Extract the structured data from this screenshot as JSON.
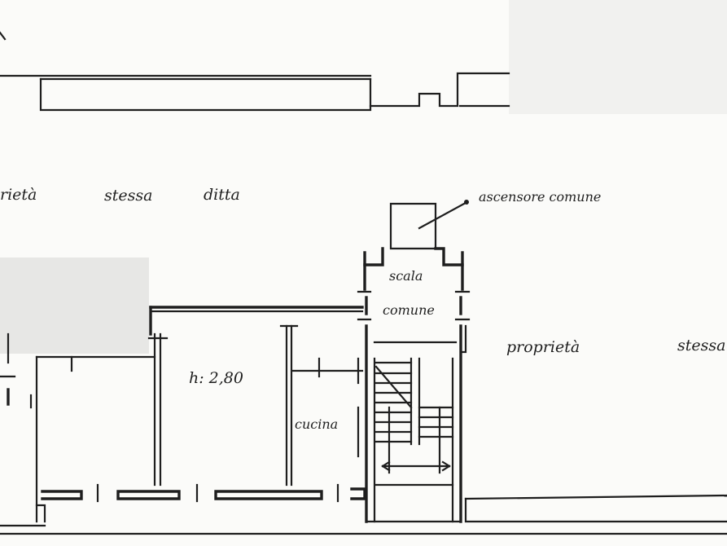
{
  "labels": {
    "ascensore": "ascensore comune",
    "proprieta_left": "rietà",
    "stessa_left": "stessa",
    "ditta_left": "ditta",
    "scala": "scala",
    "comune": "comune",
    "height": "h: 2,80",
    "cucina": "cucina",
    "proprieta_right": "proprietà",
    "stessa_right": "stessa"
  }
}
